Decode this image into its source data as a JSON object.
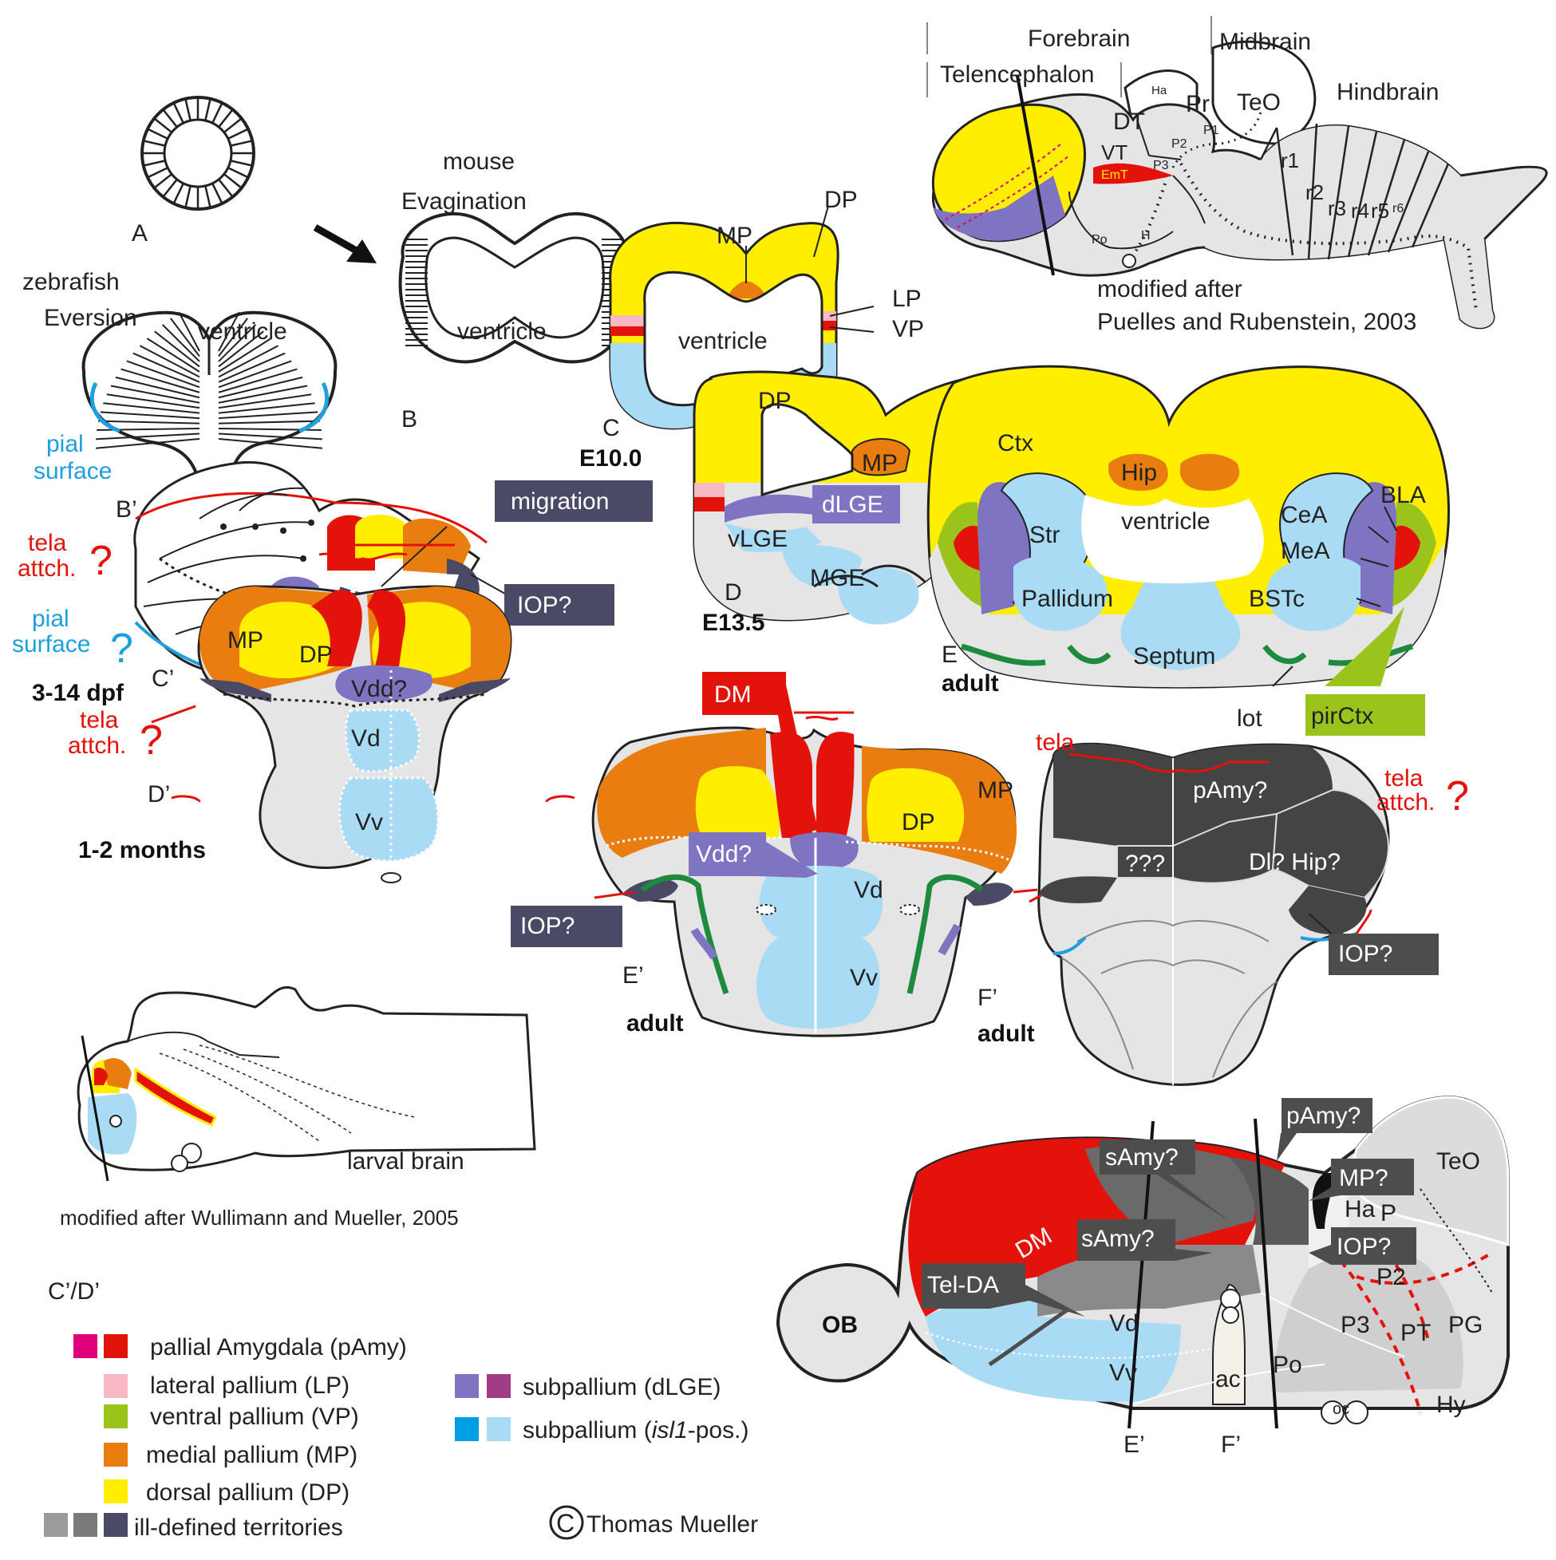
{
  "colors": {
    "pamy_magenta": "#e0007a",
    "pamy_red": "#e3120b",
    "lp": "#f7b8c4",
    "vp": "#9ac31c",
    "mp": "#ea7d10",
    "dp": "#ffee00",
    "dlge_1": "#7f74c2",
    "dlge_2": "#a23c84",
    "isl1_1": "#009fe3",
    "isl1_2": "#a9dbf5",
    "ill_1": "#9b9b9b",
    "ill_2": "#7a7a7a",
    "ill_3": "#4a4a66",
    "dark_box": "#4d4d4d",
    "purple_box": "#7f74c2",
    "tract_green": "#1e8a3e"
  },
  "headings": {
    "forebrain": "Forebrain",
    "midbrain": "Midbrain",
    "hindbrain": "Hindbrain",
    "telencephalon": "Telencephalon"
  },
  "panel_a": {
    "letter": "A"
  },
  "panel_b": {
    "letter": "B",
    "species": "mouse",
    "process": "Evagination",
    "ventricle": "ventricle"
  },
  "panel_b_prime": {
    "letter": "B’",
    "species": "zebrafish",
    "process": "Eversion",
    "ventricle": "ventricle",
    "pial_line1": "pial",
    "pial_line2": "surface"
  },
  "panel_c": {
    "letter": "C",
    "stage": "E10.0",
    "mp": "MP",
    "dp": "DP",
    "lp": "LP",
    "vp": "VP",
    "ventricle": "ventricle"
  },
  "panel_c_prime": {
    "letter": "C’",
    "stage": "3-14 dpf",
    "migration": "migration",
    "iop": "IOP?",
    "tela_line1": "tela",
    "tela_line2": "attch.",
    "tela_q": "?",
    "pial_line1": "pial",
    "pial_line2": "surface",
    "pial_q": "?"
  },
  "panel_d": {
    "letter": "D",
    "stage": "E13.5",
    "dp": "DP",
    "mp": "MP",
    "dlge": "dLGE",
    "vlge": "vLGE",
    "mge": "MGE"
  },
  "panel_d_prime": {
    "letter": "D’",
    "stage": "1-2 months",
    "mp": "MP",
    "dp": "DP",
    "vdd": "Vdd?",
    "vd": "Vd",
    "vv": "Vv",
    "tela_line1": "tela",
    "tela_line2": "attch.",
    "tela_q": "?"
  },
  "panel_e": {
    "letter": "E",
    "stage": "adult",
    "ctx": "Ctx",
    "hip": "Hip",
    "str": "Str",
    "ventricle": "ventricle",
    "cea": "CeA",
    "mea": "MeA",
    "bla": "BLA",
    "pallidum": "Pallidum",
    "bstc": "BSTc",
    "septum": "Septum",
    "lot": "lot",
    "pirctx": "pirCtx"
  },
  "panel_e_prime": {
    "letter": "E’",
    "stage": "adult",
    "dm": "DM",
    "vdd": "Vdd?",
    "dp": "DP",
    "mp": "MP",
    "vd": "Vd",
    "vv": "Vv",
    "iop": "IOP?"
  },
  "panel_f_prime": {
    "letter": "F’",
    "stage": "adult",
    "tela": "tela",
    "tela_attch_line1": "tela",
    "tela_attch_line2": "attch.",
    "tela_q": "?",
    "pamy": "pAmy?",
    "unknown": "???",
    "dl_hip": "Dl? Hip?",
    "iop": "IOP?"
  },
  "top_right_brain": {
    "ha": "Ha",
    "dt": "DT",
    "pr": "Pr",
    "p1": "P1",
    "p2": "P2",
    "p3": "P3",
    "teo": "TeO",
    "vt": "VT",
    "emt": "EmT",
    "po": "Po",
    "h": "H",
    "r1": "r1",
    "r2": "r2",
    "r3": "r3",
    "r4": "r4",
    "r5": "r5",
    "r6": "r6",
    "credit_line1": "modified after",
    "credit_line2": "Puelles and Rubenstein, 2003"
  },
  "larval_brain": {
    "label": "larval brain",
    "credit": "modified after Wullimann and Mueller, 2005"
  },
  "adult_sagittal": {
    "pamy": "pAmy?",
    "samy_top": "sAmy?",
    "samy_bottom": "sAmy?",
    "mp": "MP?",
    "iop": "IOP?",
    "tel_da": "Tel-DA",
    "dm": "DM",
    "teo": "TeO",
    "ha": "Ha",
    "p": "P",
    "p2": "P2",
    "p3": "P3",
    "pt": "PT",
    "pg": "PG",
    "ob": "OB",
    "vd": "Vd",
    "vv": "Vv",
    "ac": "ac",
    "po": "Po",
    "oc": "oc",
    "hy": "Hy",
    "cut_e": "E’",
    "cut_f": "F’"
  },
  "legend": {
    "title": "C’/D’",
    "items": [
      "pallial Amygdala (pAmy)",
      "lateral pallium (LP)",
      "ventral pallium (VP)",
      "medial pallium (MP)",
      "dorsal pallium (DP)",
      "ill-defined territories",
      "subpallium (dLGE)",
      "subpallium ("
    ],
    "isl1_italic": "isl1",
    "isl1_suffix": "-pos.)"
  },
  "copyright": {
    "symbol": "C",
    "author": "Thomas Mueller"
  }
}
